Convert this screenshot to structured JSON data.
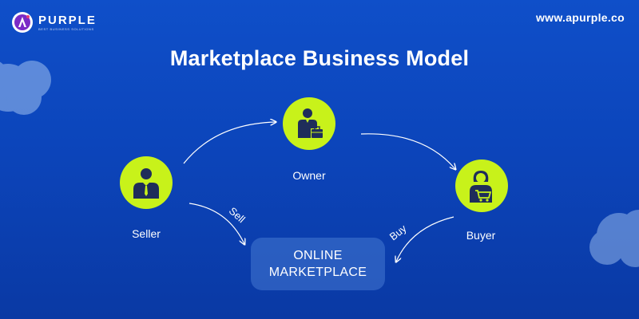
{
  "brand": {
    "name": "PURPLE",
    "mark_letter": "A",
    "tagline": "BEST BUSINESS SOLUTIONS",
    "website": "www.apurple.co"
  },
  "title": "Marketplace Business Model",
  "nodes": {
    "owner": {
      "label": "Owner",
      "icon": "businessman-with-briefcase-icon"
    },
    "seller": {
      "label": "Seller",
      "icon": "person-in-suit-icon"
    },
    "buyer": {
      "label": "Buyer",
      "icon": "woman-with-shopping-cart-icon"
    }
  },
  "center": {
    "line1": "ONLINE",
    "line2": "MARKETPLACE"
  },
  "edges": {
    "seller_to_market": "Sell",
    "buyer_to_market": "Buy"
  },
  "colors": {
    "background": "#0c45bb",
    "node_fill": "#c8f21a",
    "icon": "#1f2d5a",
    "text": "#ffffff"
  }
}
